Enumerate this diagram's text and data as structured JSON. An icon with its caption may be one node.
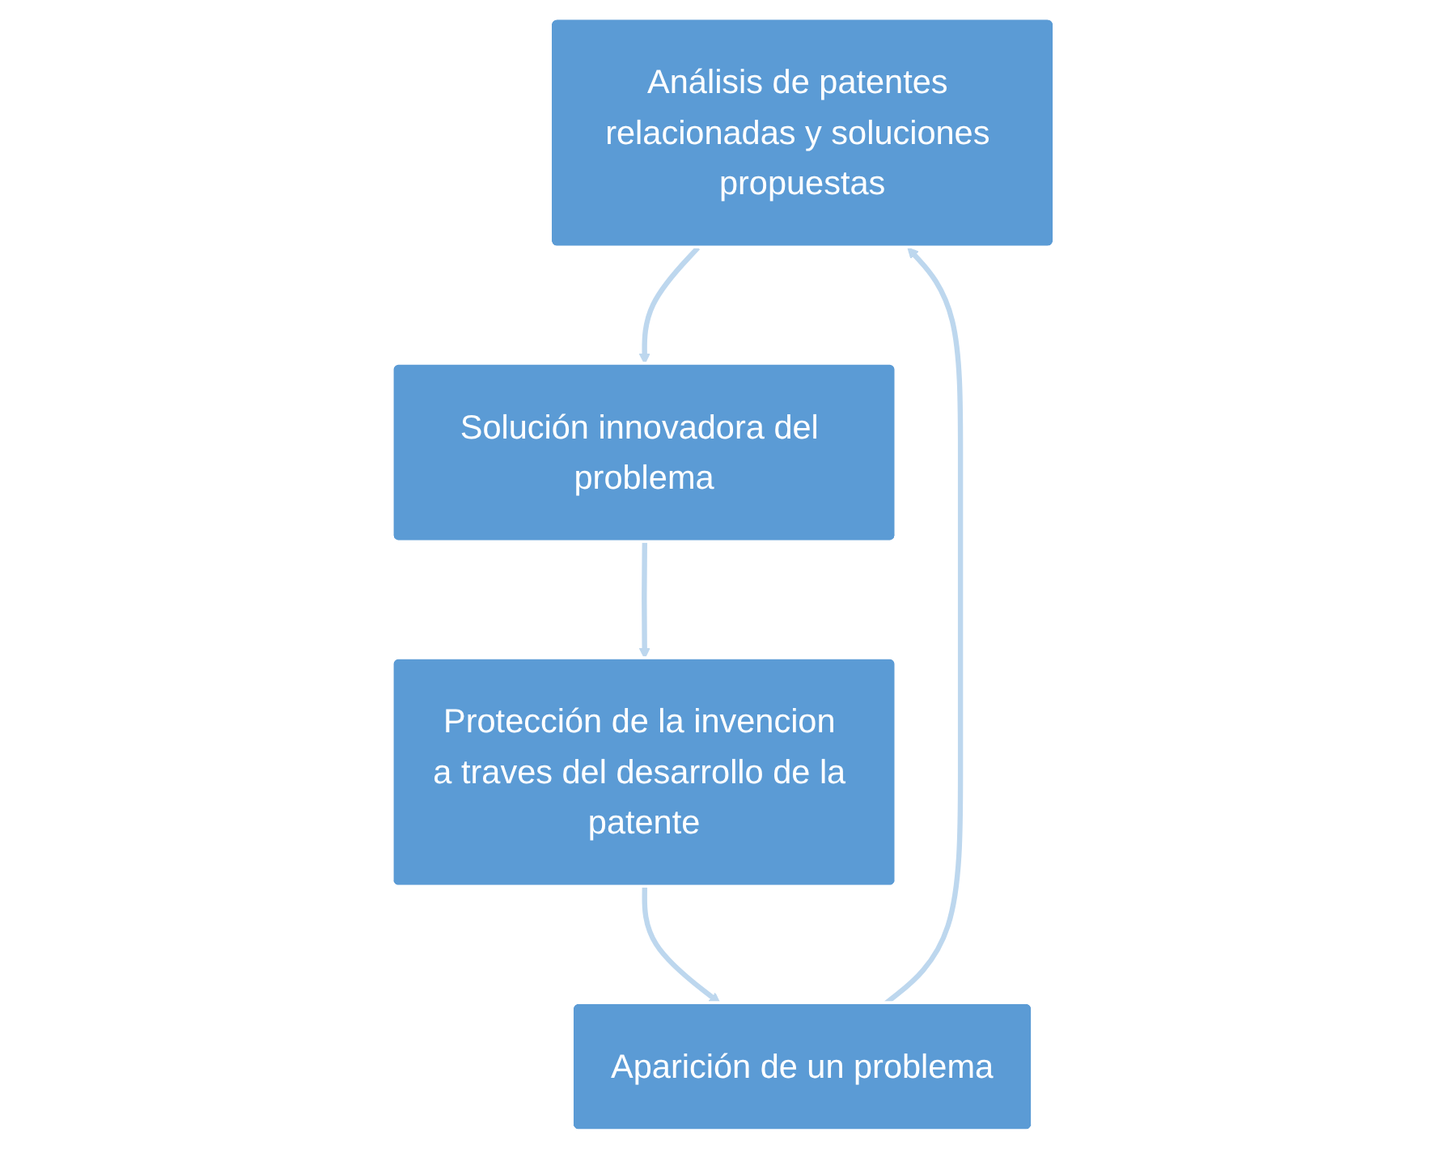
{
  "diagram": {
    "nodes": [
      {
        "text": [
          "Análisis de patentes relacionadas y soluciones propuestas"
        ]
      },
      {
        "text": [
          "Solución innovadora del problema"
        ]
      },
      {
        "text": [
          "Protección de la invencion a traves del desarrollo de la patente"
        ]
      },
      {
        "text": [
          "Aparición de un problema"
        ]
      }
    ],
    "edges": [
      {
        "from": 0,
        "to": 1,
        "arrow": "to"
      },
      {
        "from": 1,
        "to": 2,
        "arrow": "to"
      },
      {
        "from": 2,
        "to": 3,
        "arrow": "to"
      },
      {
        "from": 3,
        "to": 0,
        "arrow": "to"
      }
    ]
  }
}
